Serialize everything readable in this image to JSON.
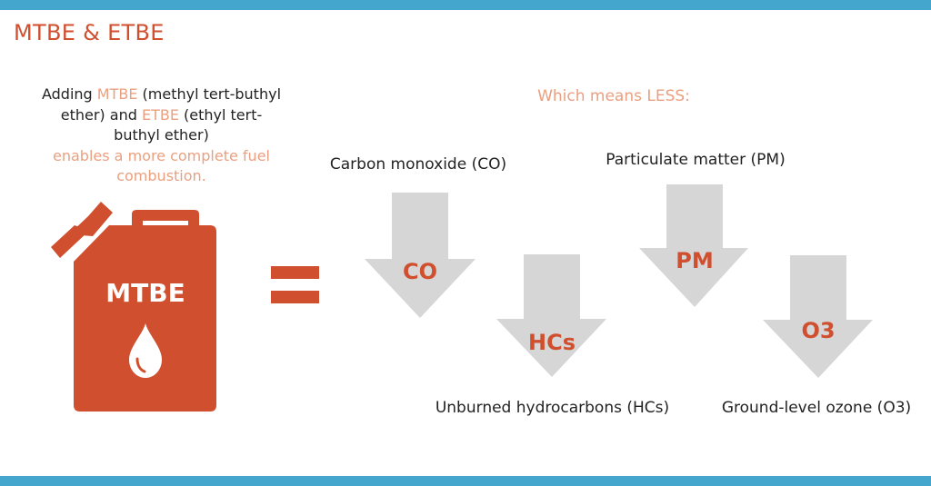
{
  "header": {
    "title": "MTBE & ETBE"
  },
  "intro": {
    "part1": "Adding ",
    "mtbe": "MTBE",
    "part2": " (methyl tert-buthyl ether) and ",
    "etbe": "ETBE",
    "part3": " (ethyl tert-buthyl ether)",
    "part4": "enables a more complete fuel combustion."
  },
  "can": {
    "label": "MTBE",
    "icon": "fuel-drop-icon"
  },
  "which_means": "Which means LESS:",
  "arrows": [
    {
      "code": "CO",
      "label": "Carbon monoxide (CO)"
    },
    {
      "code": "HCs",
      "label": "Unburned hydrocarbons (HCs)"
    },
    {
      "code": "PM",
      "label": "Particulate matter (PM)"
    },
    {
      "code": "O3",
      "label": "Ground-level ozone (O3)"
    }
  ],
  "colors": {
    "accent": "#d04f2e",
    "accent_light": "#eaa080",
    "arrow_gray": "#d6d6d6",
    "frame_blue": "#45a6cd"
  }
}
